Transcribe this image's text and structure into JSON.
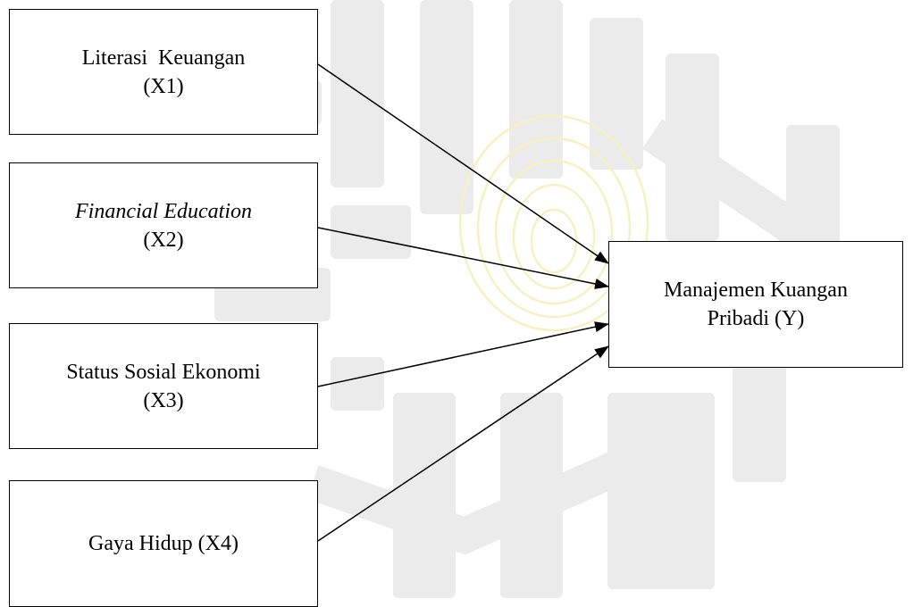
{
  "diagram": {
    "independent_variables": [
      {
        "line1": "Literasi  Keuangan",
        "line2": "(X1)",
        "italic_line1": false
      },
      {
        "line1": "Financial Education",
        "line2": "(X2)",
        "italic_line1": true
      },
      {
        "line1": "Status Sosial Ekonomi",
        "line2": "(X3)",
        "italic_line1": false
      },
      {
        "line1": "Gaya Hidup (X4)",
        "line2": "",
        "italic_line1": false
      }
    ],
    "dependent_variable": {
      "line1": "Manajemen Kuangan",
      "line2": "Pribadi (Y)"
    },
    "colors": {
      "stroke": "#000000",
      "watermark": "#ebebeb",
      "watermark_accent": "#f7f0c0"
    }
  }
}
